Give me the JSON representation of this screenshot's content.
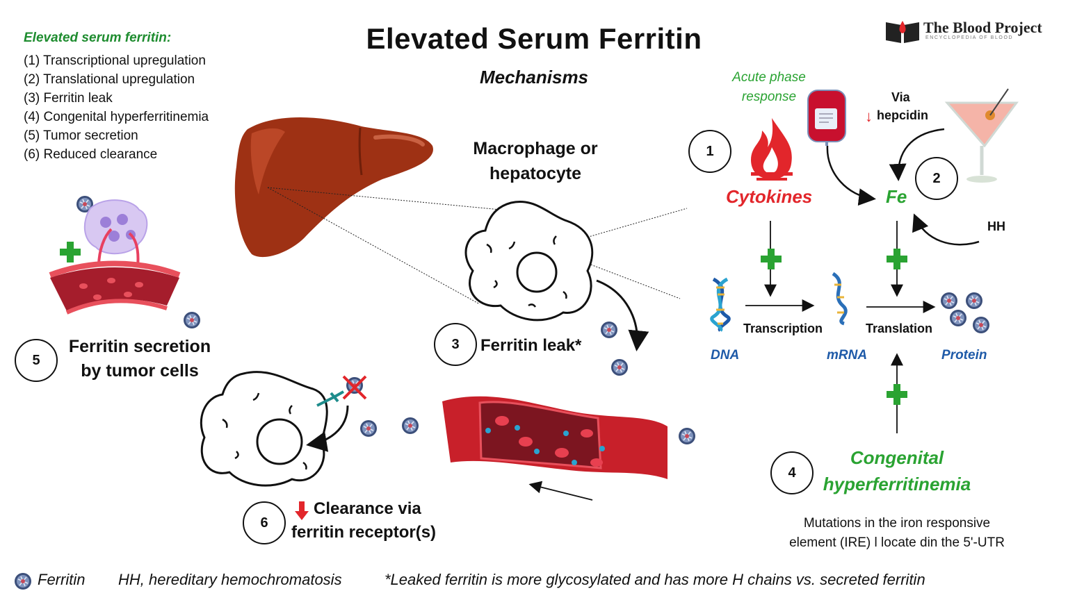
{
  "title": "Elevated Serum Ferritin",
  "subtitle": "Mechanisms",
  "logo": {
    "name": "The Blood Project",
    "tagline": "ENCYCLOPEDIA OF BLOOD"
  },
  "mechanism_list": {
    "heading": "Elevated serum ferritin:",
    "items": [
      "(1) Transcriptional upregulation",
      "(2) Translational upregulation",
      "(3) Ferritin leak",
      "(4) Congenital hyperferritinemia",
      "(5) Tumor secretion",
      "(6) Reduced clearance"
    ]
  },
  "cell_label": "Macrophage or hepatocyte",
  "acute_phase": "Acute phase response",
  "via_hepcidin": {
    "line1": "Via",
    "arrow": "↓",
    "line2": "hepcidin"
  },
  "cytokines": "Cytokines",
  "fe": "Fe",
  "hh": "HH",
  "pathway": {
    "transcription": "Transcription",
    "translation": "Translation",
    "dna": "DNA",
    "mrna": "mRNA",
    "protein": "Protein"
  },
  "numbers": {
    "n1": "1",
    "n2": "2",
    "n3": "3",
    "n4": "4",
    "n5": "5",
    "n6": "6"
  },
  "ferritin_leak": "Ferritin leak*",
  "tumor": {
    "line1": "Ferritin secretion",
    "line2": "by tumor cells"
  },
  "clearance": {
    "line1": "Clearance via",
    "line2": "ferritin receptor(s)"
  },
  "congenital": {
    "line1": "Congenital",
    "line2": "hyperferritinemia"
  },
  "mutations": {
    "line1": "Mutations in the iron responsive",
    "line2": "element (IRE) l locate din the 5'-UTR"
  },
  "footer": {
    "ferritin": "Ferritin",
    "hh_def": "HH, hereditary hemochromatosis",
    "note": "*Leaked ferritin is more glycosylated and has more H chains vs. secreted ferritin"
  },
  "colors": {
    "red": "#e2262b",
    "green": "#2aa332",
    "blue": "#1e5aa8",
    "liver": "#9e3114",
    "vessel": "#d42a2e"
  }
}
